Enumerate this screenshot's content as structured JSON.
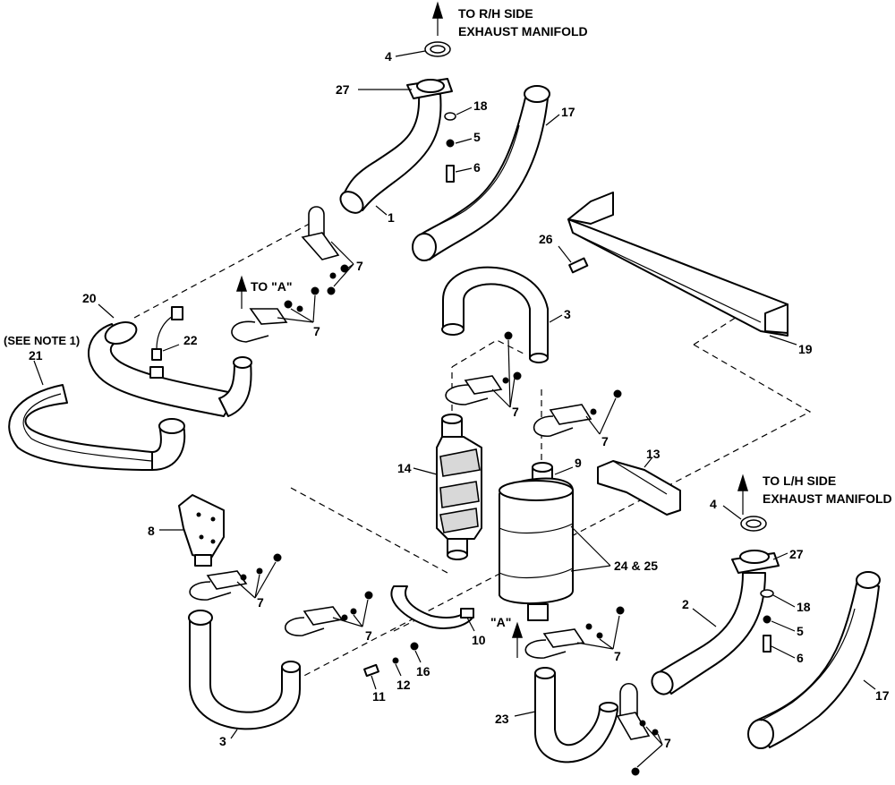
{
  "annotations": {
    "rh_manifold_line1": "TO R/H SIDE",
    "rh_manifold_line2": "EXHAUST MANIFOLD",
    "lh_manifold_line1": "TO L/H SIDE",
    "lh_manifold_line2": "EXHAUST MANIFOLD",
    "to_a": "TO \"A\"",
    "a_marker": "\"A\"",
    "see_note": "(SEE NOTE 1)"
  },
  "callouts": {
    "c1": "1",
    "c2": "2",
    "c3a": "3",
    "c3b": "3",
    "c4a": "4",
    "c4b": "4",
    "c5a": "5",
    "c5b": "5",
    "c6a": "6",
    "c6b": "6",
    "c7a": "7",
    "c7b": "7",
    "c7c": "7",
    "c7d": "7",
    "c7e": "7",
    "c7f": "7",
    "c7g": "7",
    "c7h": "7",
    "c8": "8",
    "c9": "9",
    "c10": "10",
    "c11": "11",
    "c12": "12",
    "c13": "13",
    "c14": "14",
    "c16": "16",
    "c17a": "17",
    "c17b": "17",
    "c18a": "18",
    "c18b": "18",
    "c19": "19",
    "c20": "20",
    "c21": "21",
    "c22": "22",
    "c23": "23",
    "c24": "24 & 25",
    "c26": "26",
    "c27a": "27",
    "c27b": "27"
  }
}
